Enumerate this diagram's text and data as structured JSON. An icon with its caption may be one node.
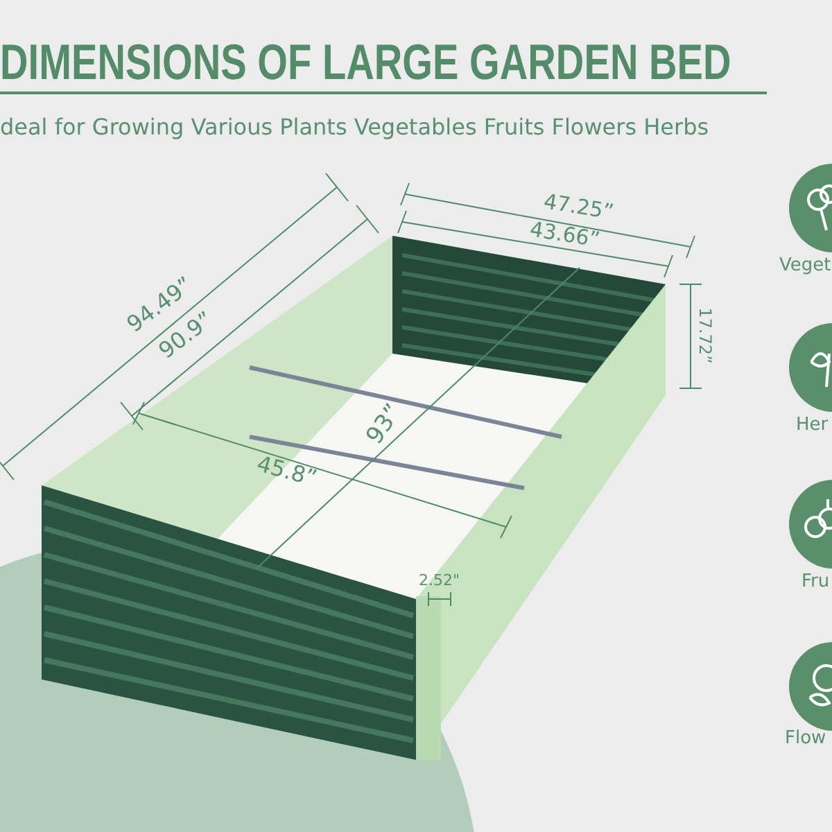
{
  "diagram": {
    "title": "DIMENSIONS OF LARGE GARDEN BED",
    "labels": [
      "deal for Growing Various Plants Vegetables Fruits Flowers Herbs",
      "47.25”",
      "43.66”",
      "94.49”",
      "90.9”",
      "17.72”",
      "93”",
      "45.8”",
      "2.52\"",
      "Veget",
      "Her",
      "Fru",
      "Flow"
    ]
  }
}
